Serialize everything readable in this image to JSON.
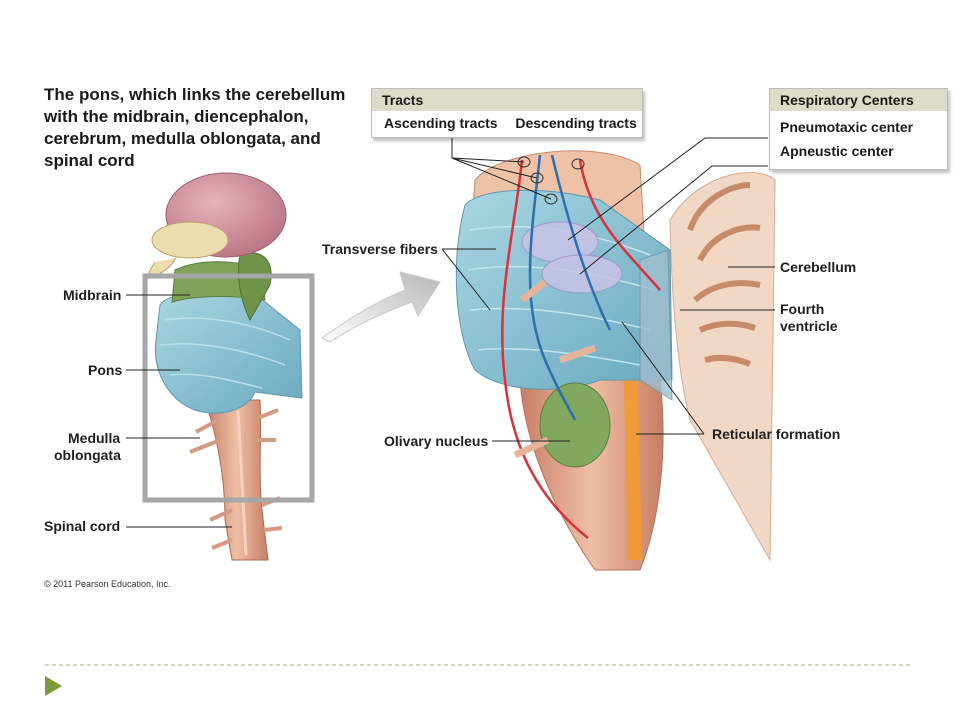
{
  "title": "The pons, which links the cerebellum with the midbrain, diencephalon, cerebrum, medulla oblongata, and spinal cord",
  "left_labels": {
    "midbrain": "Midbrain",
    "pons": "Pons",
    "medulla_line1": "Medulla",
    "medulla_line2": "oblongata",
    "spinal_cord": "Spinal cord"
  },
  "tracts_legend": {
    "heading": "Tracts",
    "ascending": "Ascending tracts",
    "descending": "Descending tracts"
  },
  "respiratory_legend": {
    "heading": "Respiratory Centers",
    "pneumotaxic": "Pneumotaxic center",
    "apneustic": "Apneustic center"
  },
  "right_labels": {
    "transverse_fibers": "Transverse fibers",
    "cerebellum": "Cerebellum",
    "fourth_ventricle_line1": "Fourth",
    "fourth_ventricle_line2": "ventricle",
    "olivary_nucleus": "Olivary nucleus",
    "reticular_formation": "Reticular formation"
  },
  "copyright": "© 2011 Pearson Education, Inc.",
  "colors": {
    "legend_header": "#dcdcc8",
    "pons_blue": "#8fc6d6",
    "tissue": "#e0a58a",
    "ascending_tract": "#d8323a",
    "descending_tract": "#2b6fb0",
    "footer_rule": "#9bb26c"
  }
}
